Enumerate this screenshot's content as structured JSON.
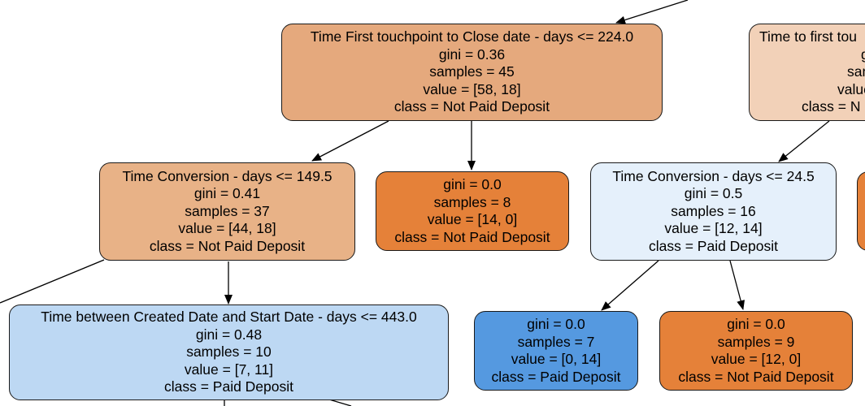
{
  "colors": {
    "not_paid_strong": "#e58139",
    "not_paid_medium": "#e5a47a",
    "not_paid_light": "#e8b085",
    "not_paid_pale": "#f2d3b9",
    "paid_strong": "#5599e0",
    "paid_light": "#bdd7f3",
    "paid_pale": "#e6f0fa",
    "edge": "#000000"
  },
  "nodes": {
    "root_left": {
      "line1": "Time First touchpoint to Close date - days <= 224.0",
      "line2": "gini = 0.36",
      "line3": "samples = 45",
      "line4": "value = [58, 18]",
      "line5": "class = Not Paid Deposit"
    },
    "root_right": {
      "line1": "Time to first tou",
      "line2": "gi",
      "line3": "sam",
      "line4": "value",
      "line5": "class = N"
    },
    "conv_left": {
      "line1": "Time Conversion - days <= 149.5",
      "line2": "gini = 0.41",
      "line3": "samples = 37",
      "line4": "value = [44, 18]",
      "line5": "class = Not Paid Deposit"
    },
    "leaf_8": {
      "line1": "gini = 0.0",
      "line2": "samples = 8",
      "line3": "value = [14, 0]",
      "line4": "class = Not Paid Deposit"
    },
    "conv_right": {
      "line1": "Time Conversion - days <= 24.5",
      "line2": "gini = 0.5",
      "line3": "samples = 16",
      "line4": "value = [12, 14]",
      "line5": "class = Paid Deposit"
    },
    "created_start": {
      "line1": "Time between Created Date and Start Date - days <= 443.0",
      "line2": "gini = 0.48",
      "line3": "samples = 10",
      "line4": "value = [7, 11]",
      "line5": "class = Paid Deposit"
    },
    "leaf_7": {
      "line1": "gini = 0.0",
      "line2": "samples = 7",
      "line3": "value = [0, 14]",
      "line4": "class = Paid Deposit"
    },
    "leaf_9": {
      "line1": "gini = 0.0",
      "line2": "samples = 9",
      "line3": "value = [12, 0]",
      "line4": "class = Not Paid Deposit"
    }
  }
}
